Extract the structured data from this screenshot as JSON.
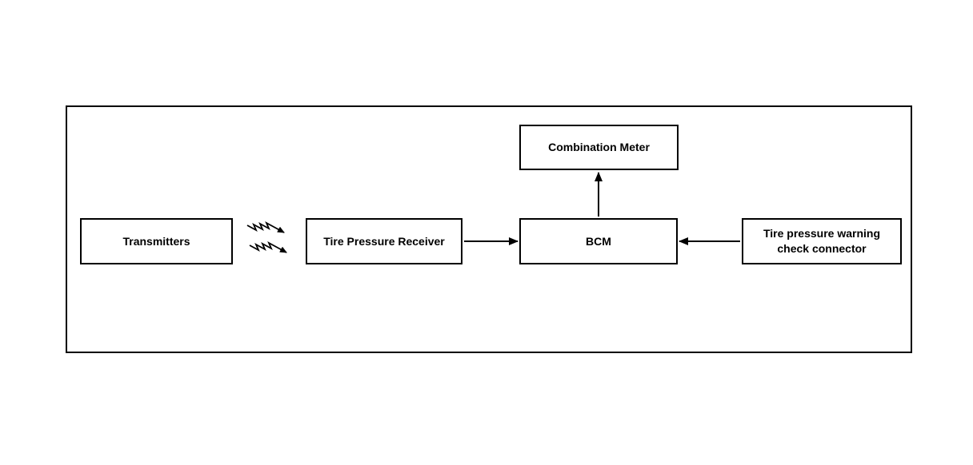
{
  "diagram": {
    "nodes": {
      "transmitters": {
        "label": "Transmitters"
      },
      "tire_pressure_receiver": {
        "label": "Tire Pressure Receiver"
      },
      "bcm": {
        "label": "BCM"
      },
      "combination_meter": {
        "label": "Combination Meter"
      },
      "check_connector": {
        "label": "Tire pressure warning check connector"
      }
    },
    "edges": [
      {
        "from": "Transmitters",
        "to": "Tire Pressure Receiver",
        "type": "wireless-signal",
        "direction": "right"
      },
      {
        "from": "Tire Pressure Receiver",
        "to": "BCM",
        "type": "arrow",
        "direction": "right"
      },
      {
        "from": "Tire pressure warning check connector",
        "to": "BCM",
        "type": "arrow",
        "direction": "left"
      },
      {
        "from": "BCM",
        "to": "Combination Meter",
        "type": "arrow",
        "direction": "up"
      }
    ],
    "colors": {
      "line": "#000000",
      "background": "#ffffff",
      "text": "#000000"
    }
  }
}
